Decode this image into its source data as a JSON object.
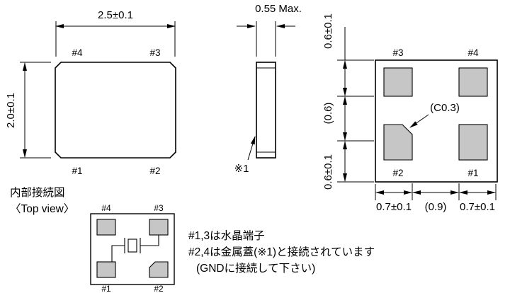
{
  "top_view": {
    "dim_width": "2.5±0.1",
    "dim_height": "2.0±0.1",
    "pin_tl": "#4",
    "pin_tr": "#3",
    "pin_bl": "#1",
    "pin_br": "#2"
  },
  "side_view": {
    "dim_thickness": "0.55 Max.",
    "lid_ref": "※1"
  },
  "bottom_view": {
    "pin_tl": "#3",
    "pin_tr": "#4",
    "pin_bl": "#2",
    "pin_br": "#1",
    "chamfer_label": "(C0.3)",
    "dim_top": "0.6±0.1",
    "dim_mid": "(0.6)",
    "dim_bot": "0.6±0.1",
    "dim_pad_left": "0.7±0.1",
    "dim_gap": "(0.9)",
    "dim_pad_right": "0.7±0.1"
  },
  "internal_view": {
    "title": "内部接続図",
    "subtitle": "〈Top view〉",
    "pin_tl": "#4",
    "pin_tr": "#3",
    "pin_bl": "#1",
    "pin_br": "#2"
  },
  "notes": {
    "line1": "#1,3は水晶端子",
    "line2": "#2,4は金属蓋(※1)と接続されています",
    "line3": "(GNDに接続して下さい)"
  },
  "colors": {
    "line": "#000000",
    "pad_fill": "#c6c6c6",
    "background": "#ffffff"
  }
}
